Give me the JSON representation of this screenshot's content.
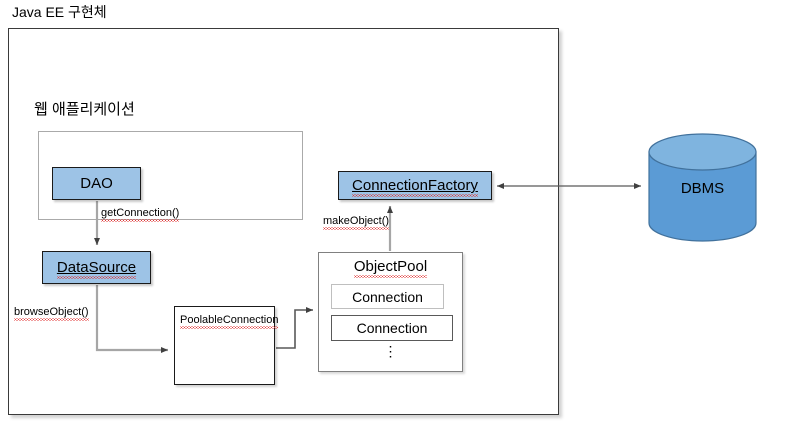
{
  "diagram": {
    "title": "Java EE 구현체",
    "type": "architecture-diagram"
  },
  "groups": {
    "webapp_label": "웹 애플리케이션"
  },
  "nodes": {
    "dao": {
      "label": "DAO",
      "fill": "#9DC3E6"
    },
    "datasource": {
      "label": "DataSource",
      "fill": "#9DC3E6"
    },
    "connection_factory": {
      "label": "ConnectionFactory",
      "fill": "#9DC3E6"
    },
    "poolable_connection": {
      "label": "PoolableConnection",
      "fill": "#FFFFFF"
    },
    "object_pool": {
      "title": "ObjectPool",
      "items": [
        "Connection",
        "Connection"
      ],
      "ellipsis": "⋮",
      "fill": "#FFFFFF"
    },
    "dbms": {
      "label": "DBMS",
      "fill": "#5B9BD5",
      "top_fill": "#7FB4DF",
      "stroke": "#41719C"
    }
  },
  "edges": [
    {
      "id": "dao-to-datasource",
      "label": "getConnection()",
      "from": "dao",
      "to": "datasource",
      "arrow": "single"
    },
    {
      "id": "datasource-to-poolable",
      "label": "browseObject()",
      "from": "datasource",
      "to": "poolable_connection",
      "arrow": "single"
    },
    {
      "id": "poolable-to-objectpool",
      "label": "",
      "from": "poolable_connection",
      "to": "object_pool",
      "arrow": "single"
    },
    {
      "id": "objectpool-to-connectionfactory",
      "label": "makeObject()",
      "from": "object_pool",
      "to": "connection_factory",
      "arrow": "single"
    },
    {
      "id": "connectionfactory-to-dbms",
      "label": "",
      "from": "connection_factory",
      "to": "dbms",
      "arrow": "double"
    }
  ],
  "colors": {
    "node_blue": "#9DC3E6",
    "dbms_blue": "#5B9BD5",
    "border_dark": "#1a1a1a",
    "border_gray": "#808080",
    "spellcheck_red": "#e03b3b"
  }
}
